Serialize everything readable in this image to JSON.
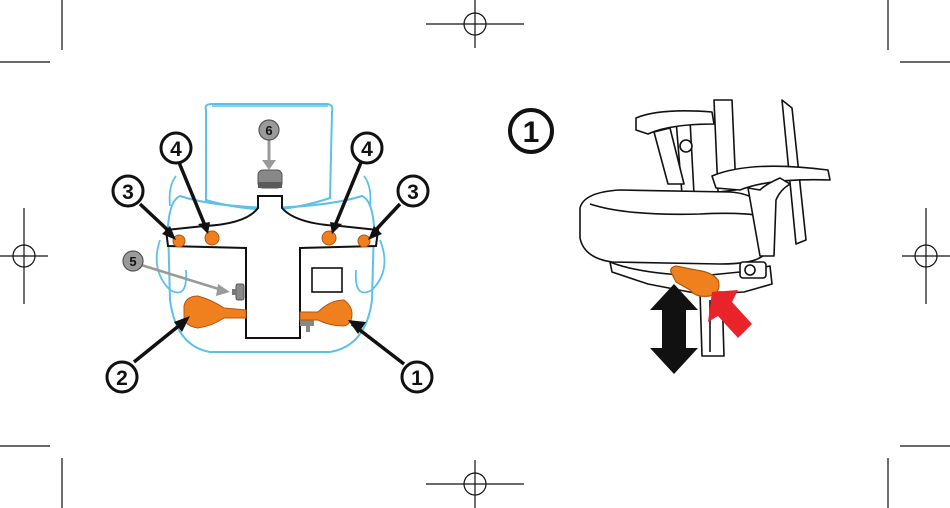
{
  "colors": {
    "outline_blue": "#5cc0e8",
    "orange": "#f07f1e",
    "orange_dark": "#b4560e",
    "black": "#111111",
    "grey": "#9a9a9a",
    "red": "#e8232a"
  },
  "labels": {
    "callout_1": "1",
    "callout_2": "2",
    "callout_3_left": "3",
    "callout_3_right": "3",
    "callout_4_left": "4",
    "callout_4_right": "4",
    "callout_5": "5",
    "callout_6": "6",
    "detail_step": "1"
  },
  "icons": {
    "registration": "crosshair-registration-mark",
    "height_arrow": "double-vertical-arrow",
    "push_arrow": "red-push-arrow"
  }
}
